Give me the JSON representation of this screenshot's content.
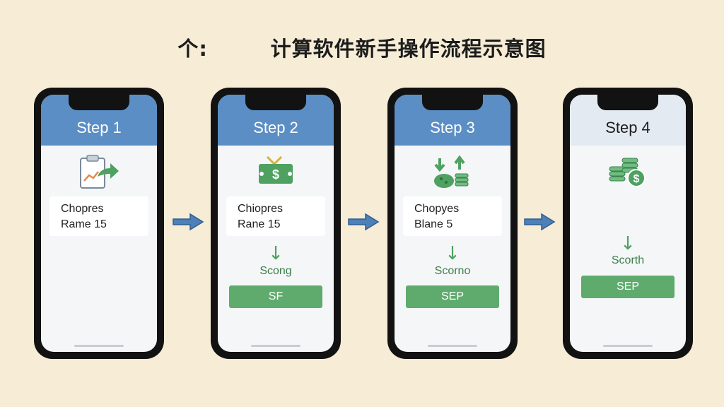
{
  "title": "个:        计算软件新手操作流程示意图",
  "steps": [
    {
      "label": "Step 1",
      "line1": "Chopres",
      "line2": "Rame 15"
    },
    {
      "label": "Step 2",
      "line1": "Chiopres",
      "line2": "Rane 15",
      "status": "Scong",
      "button": "SF"
    },
    {
      "label": "Step 3",
      "line1": "Chopyes",
      "line2": "Blane 5",
      "status": "Scorno",
      "button": "SEP"
    },
    {
      "label": "Step 4",
      "status": "Scorth",
      "button": "SEP"
    }
  ],
  "icons": [
    "clipboard-chart-icon",
    "money-icon",
    "up-down-coins-icon",
    "coins-icon"
  ],
  "colors": {
    "header": "#5b8ec4",
    "accent_green": "#5fab6e",
    "arrow": "#4d7fb8",
    "background": "#f7ecd6"
  }
}
